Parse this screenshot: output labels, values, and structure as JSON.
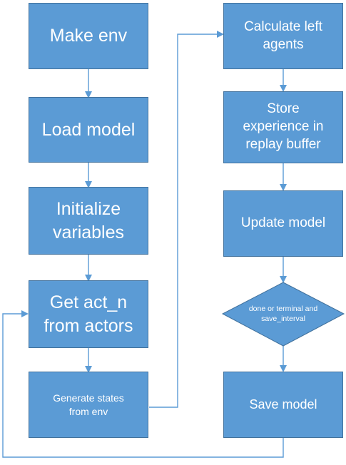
{
  "nodes": {
    "make_env": "Make env",
    "load_model": "Load model",
    "initialize_variables": "Initialize variables",
    "get_act_n": "Get act_n from actors",
    "generate_states": "Generate states from env",
    "calculate_left_agents": "Calculate left agents",
    "store_experience": "Store experience in replay buffer",
    "update_model": "Update model",
    "decision": "done or terminal and save_interval",
    "save_model": "Save model"
  },
  "colors": {
    "box_fill": "#5b9bd5",
    "box_border": "#41719c",
    "arrow": "#5b9bd5",
    "text": "#ffffff"
  }
}
